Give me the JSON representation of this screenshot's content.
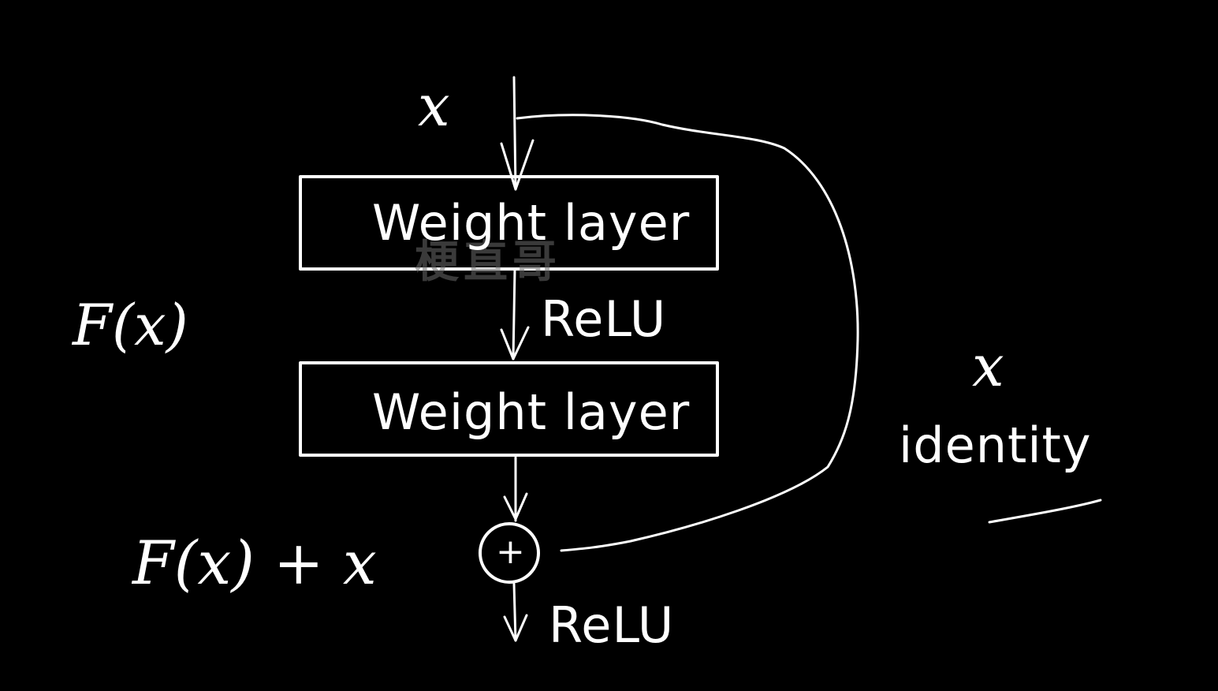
{
  "diagram": {
    "input_label": "x",
    "layer1_label": "Weight layer",
    "layer2_label": "Weight layer",
    "relu_mid_label": "ReLU",
    "relu_out_label": "ReLU",
    "residual_label": "F(x)",
    "sum_label": "F(x) + x",
    "identity_x_label": "x",
    "identity_label": "identity",
    "add_symbol": "+",
    "watermark": "梗直哥"
  },
  "colors": {
    "background": "#000000",
    "ink": "#ffffff",
    "watermark": "#6a6a6a"
  }
}
